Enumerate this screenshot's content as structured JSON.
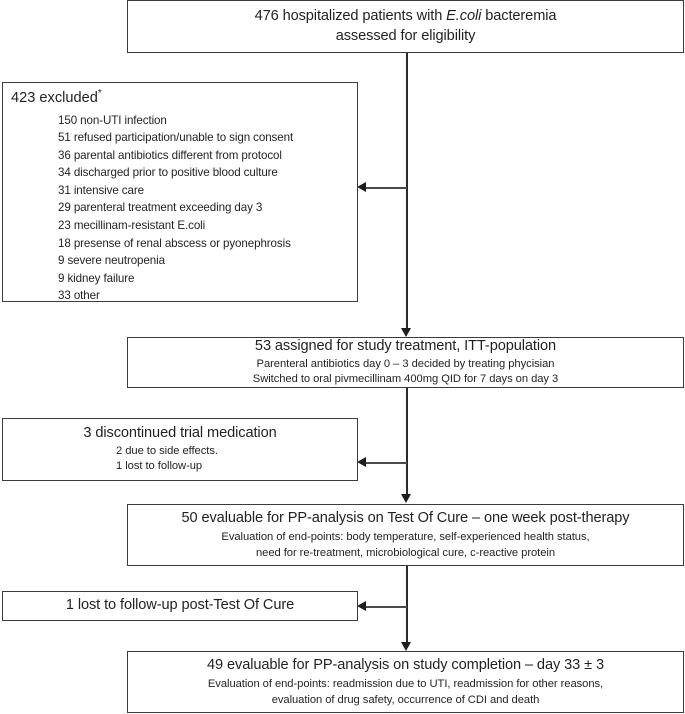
{
  "figure": {
    "type": "flowchart",
    "subject": "CONSORT-style participant flow diagram for a clinical trial of pivmecillinam in E.coli bacteremia"
  },
  "nodes": {
    "enrollment": {
      "title_pre": "476 hospitalized patients with ",
      "title_italic": "E.coli",
      "title_post": " bacteremia",
      "title_line2": "assessed for eligibility",
      "count": 476
    },
    "excluded": {
      "title": "423 excluded",
      "title_marker": "*",
      "count": 423,
      "reasons": [
        {
          "n": 150,
          "label": "150 non-UTI infection"
        },
        {
          "n": 51,
          "label": "51 refused participation/unable to sign consent"
        },
        {
          "n": 36,
          "label": "36 parental antibiotics different from protocol"
        },
        {
          "n": 34,
          "label": "34 discharged prior to positive blood culture"
        },
        {
          "n": 31,
          "label": "31 intensive care"
        },
        {
          "n": 29,
          "label": "29 parenteral treatment exceeding day 3"
        },
        {
          "n": 23,
          "label": "23 mecillinam-resistant E.coli"
        },
        {
          "n": 18,
          "label": "18 presense of renal abscess or pyonephrosis"
        },
        {
          "n": 9,
          "label": "9 severe neutropenia"
        },
        {
          "n": 9,
          "label": "9 kidney failure"
        },
        {
          "n": 33,
          "label": "33 other"
        }
      ]
    },
    "assigned": {
      "title": "53 assigned for study treatment, ITT-population",
      "count": 53,
      "sub1": "Parenteral antibiotics day 0 – 3 decided by treating phycisian",
      "sub2": "Switched to oral pivmecillinam  400mg QID for 7 days on day 3"
    },
    "discontinued": {
      "title": "3 discontinued trial medication",
      "count": 3,
      "sub1": "2 due to side effects.",
      "sub2": "1 lost to follow-up"
    },
    "toc": {
      "title": "50 evaluable for PP-analysis on Test Of Cure – one week post-therapy",
      "count": 50,
      "sub1": "Evaluation of end-points: body temperature, self-experienced health status,",
      "sub2": "need for re-treatment, microbiological cure, c-reactive protein"
    },
    "lost_post_toc": {
      "title": "1 lost to follow-up post-Test Of Cure",
      "count": 1
    },
    "completion": {
      "title": "49 evaluable for PP-analysis on study completion – day 33 ± 3",
      "count": 49,
      "sub1": "Evaluation of end-points: readmission due to UTI, readmission for other reasons,",
      "sub2": "evaluation of drug safety, occurrence of CDI and death"
    }
  },
  "colors": {
    "border": "#3b3b3b",
    "connector": "#2b2b2b",
    "text": "#231f20",
    "background": "#ffffff"
  }
}
